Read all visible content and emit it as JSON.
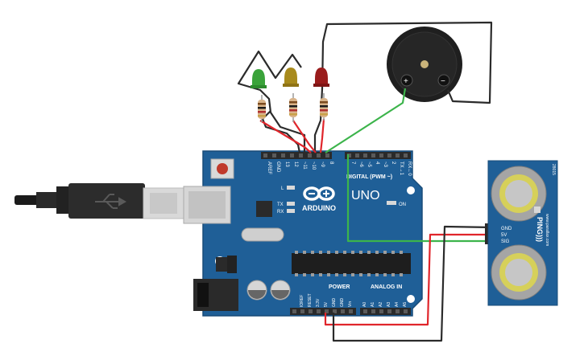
{
  "board": {
    "brand_text": "ARDUINO",
    "model_text": "UNO",
    "digital_header_label": "DIGITAL (PWM ~)",
    "power_label": "POWER",
    "analog_label": "ANALOG IN",
    "on_label": "ON",
    "led_l": "L",
    "led_tx": "TX",
    "led_rx": "RX",
    "digital_pins": [
      "AREF",
      "GND",
      "13",
      "12",
      "~11",
      "~10",
      "~9",
      "8",
      "7",
      "~6",
      "~5",
      "4",
      "~3",
      "2",
      "TX→1",
      "RX←0"
    ],
    "power_pins": [
      "IOREF",
      "RESET",
      "3.3V",
      "5V",
      "GND",
      "GND",
      "Vin"
    ],
    "analog_pins": [
      "A0",
      "A1",
      "A2",
      "A3",
      "A4",
      "A5"
    ]
  },
  "sensor": {
    "name": "PING)))",
    "pins": [
      "GND",
      "5V",
      "SIG"
    ],
    "website": "www.parallax.com",
    "part_no": "28015"
  },
  "buzzer": {
    "plus_label": "+",
    "minus_label": "−"
  },
  "leds": [
    {
      "color": "green",
      "hex": "#3aa33a"
    },
    {
      "color": "yellow",
      "hex": "#a88a1c"
    },
    {
      "color": "red",
      "hex": "#9a1c1c"
    }
  ],
  "colors": {
    "board": "#1f5f97",
    "wire_red": "#e0252b",
    "wire_green": "#3cb44b",
    "wire_black": "#2b2b2b"
  }
}
